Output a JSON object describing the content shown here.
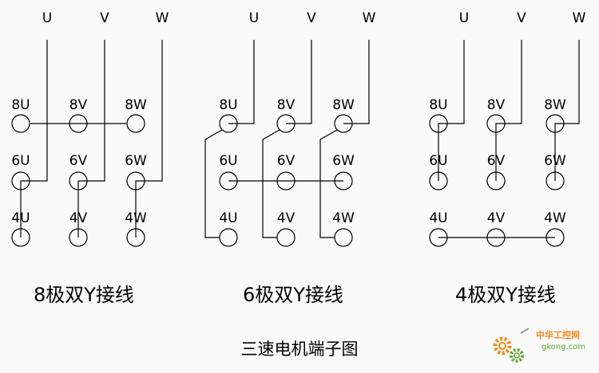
{
  "diagrams": [
    {
      "phases": [
        "U",
        "V",
        "W"
      ],
      "terminals": [
        [
          "8U",
          "8V",
          "8W"
        ],
        [
          "6U",
          "6V",
          "6W"
        ],
        [
          "4U",
          "4V",
          "4W"
        ]
      ],
      "caption": "8极双Y接线"
    },
    {
      "phases": [
        "U",
        "V",
        "W"
      ],
      "terminals": [
        [
          "8U",
          "8V",
          "8W"
        ],
        [
          "6U",
          "6V",
          "6W"
        ],
        [
          "4U",
          "4V",
          "4W"
        ]
      ],
      "caption": "6极双Y接线"
    },
    {
      "phases": [
        "U",
        "V",
        "W"
      ],
      "terminals": [
        [
          "8U",
          "8V",
          "8W"
        ],
        [
          "6U",
          "6V",
          "6W"
        ],
        [
          "4U",
          "4V",
          "4W"
        ]
      ],
      "caption": "4极双Y接线"
    }
  ],
  "title": "三速电机端子图",
  "watermark": {
    "name": "中华工控网",
    "url": "gkong.com",
    "colors": {
      "orange": "#f08a1c",
      "green": "#5aa52c"
    }
  }
}
